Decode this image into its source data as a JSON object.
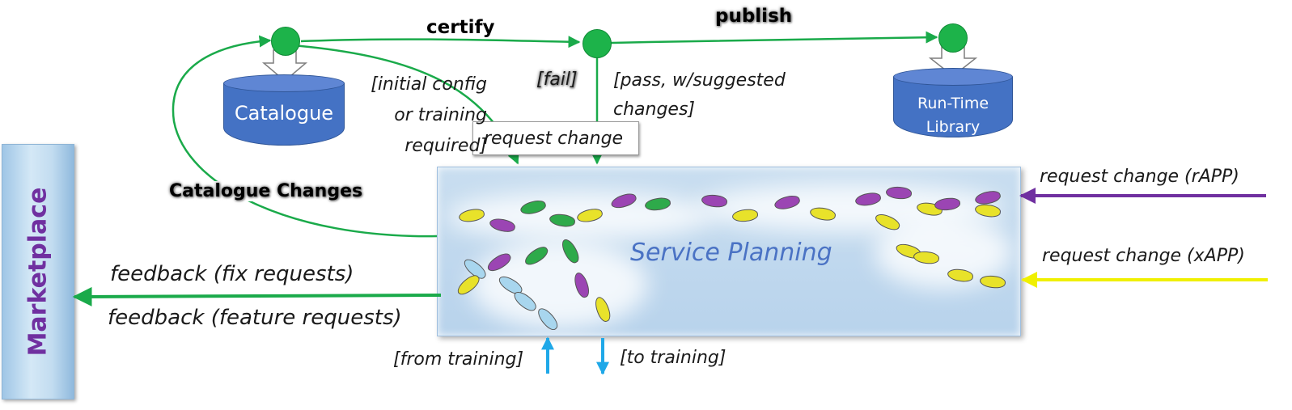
{
  "marketplace": {
    "label": "Marketplace"
  },
  "service_planning": {
    "label": "Service Planning"
  },
  "catalogue": {
    "label": "Catalogue"
  },
  "runtime_library": {
    "line1": "Run-Time",
    "line2": "Library"
  },
  "edges": {
    "certify": "certify",
    "publish": "publish",
    "fail": "[fail]",
    "initial_config_l1": "[initial config",
    "initial_config_l2": "or training",
    "initial_config_l3": "required]",
    "pass_l1": "[pass, w/suggested",
    "pass_l2": "changes]",
    "request_change": "request change",
    "catalogue_changes": "Catalogue Changes",
    "request_change_rapp": "request change (rAPP)",
    "request_change_xapp": "request change (xAPP)",
    "feedback_fix": "feedback (fix requests)",
    "feedback_feature": "feedback (feature requests)",
    "from_training": "[from training]",
    "to_training": "[to training]"
  },
  "colors": {
    "green_flow": "#1aaa4a",
    "purple_rapp": "#7030a0",
    "yellow_xapp": "#f0f000",
    "blue_training": "#1fa8e8",
    "database": "#4472c4"
  }
}
